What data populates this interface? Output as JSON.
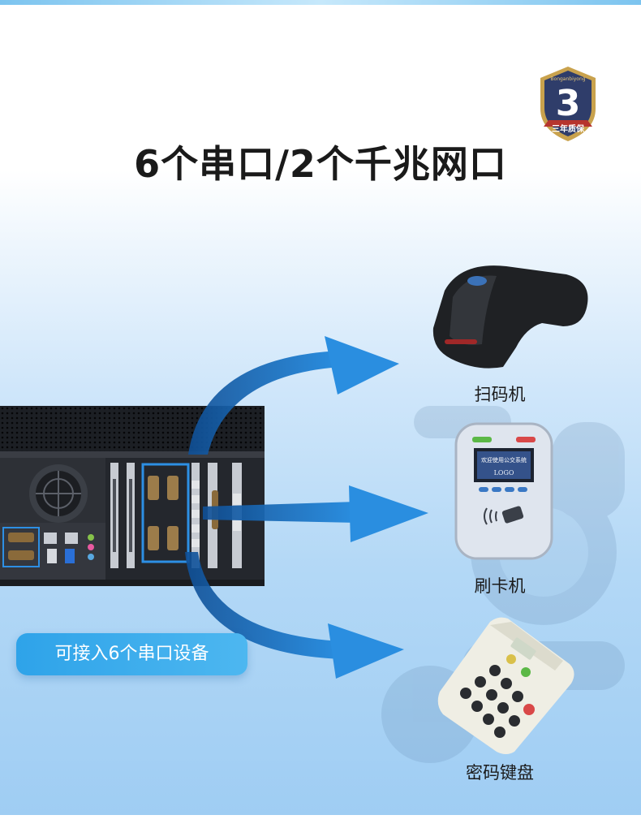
{
  "headline": "6个串口/2个千兆网口",
  "badge": {
    "number": "3",
    "caption": "三年质保",
    "brand": "Bonganbiyong"
  },
  "callout": "可接入6个串口设备",
  "devices": [
    {
      "name": "scanner",
      "label": "扫码机"
    },
    {
      "name": "card-reader",
      "label": "刷卡机",
      "screen_title": "欢迎使用公交系统",
      "screen_logo": "LOGO"
    },
    {
      "name": "pin-pad",
      "label": "密码键盘"
    }
  ],
  "colors": {
    "arrow_blue": "#1673c7",
    "callout_blue": "#3aaeee",
    "badge_navy": "#2f3d6a",
    "badge_gold": "#c9a24d",
    "badge_red": "#b6352e"
  }
}
